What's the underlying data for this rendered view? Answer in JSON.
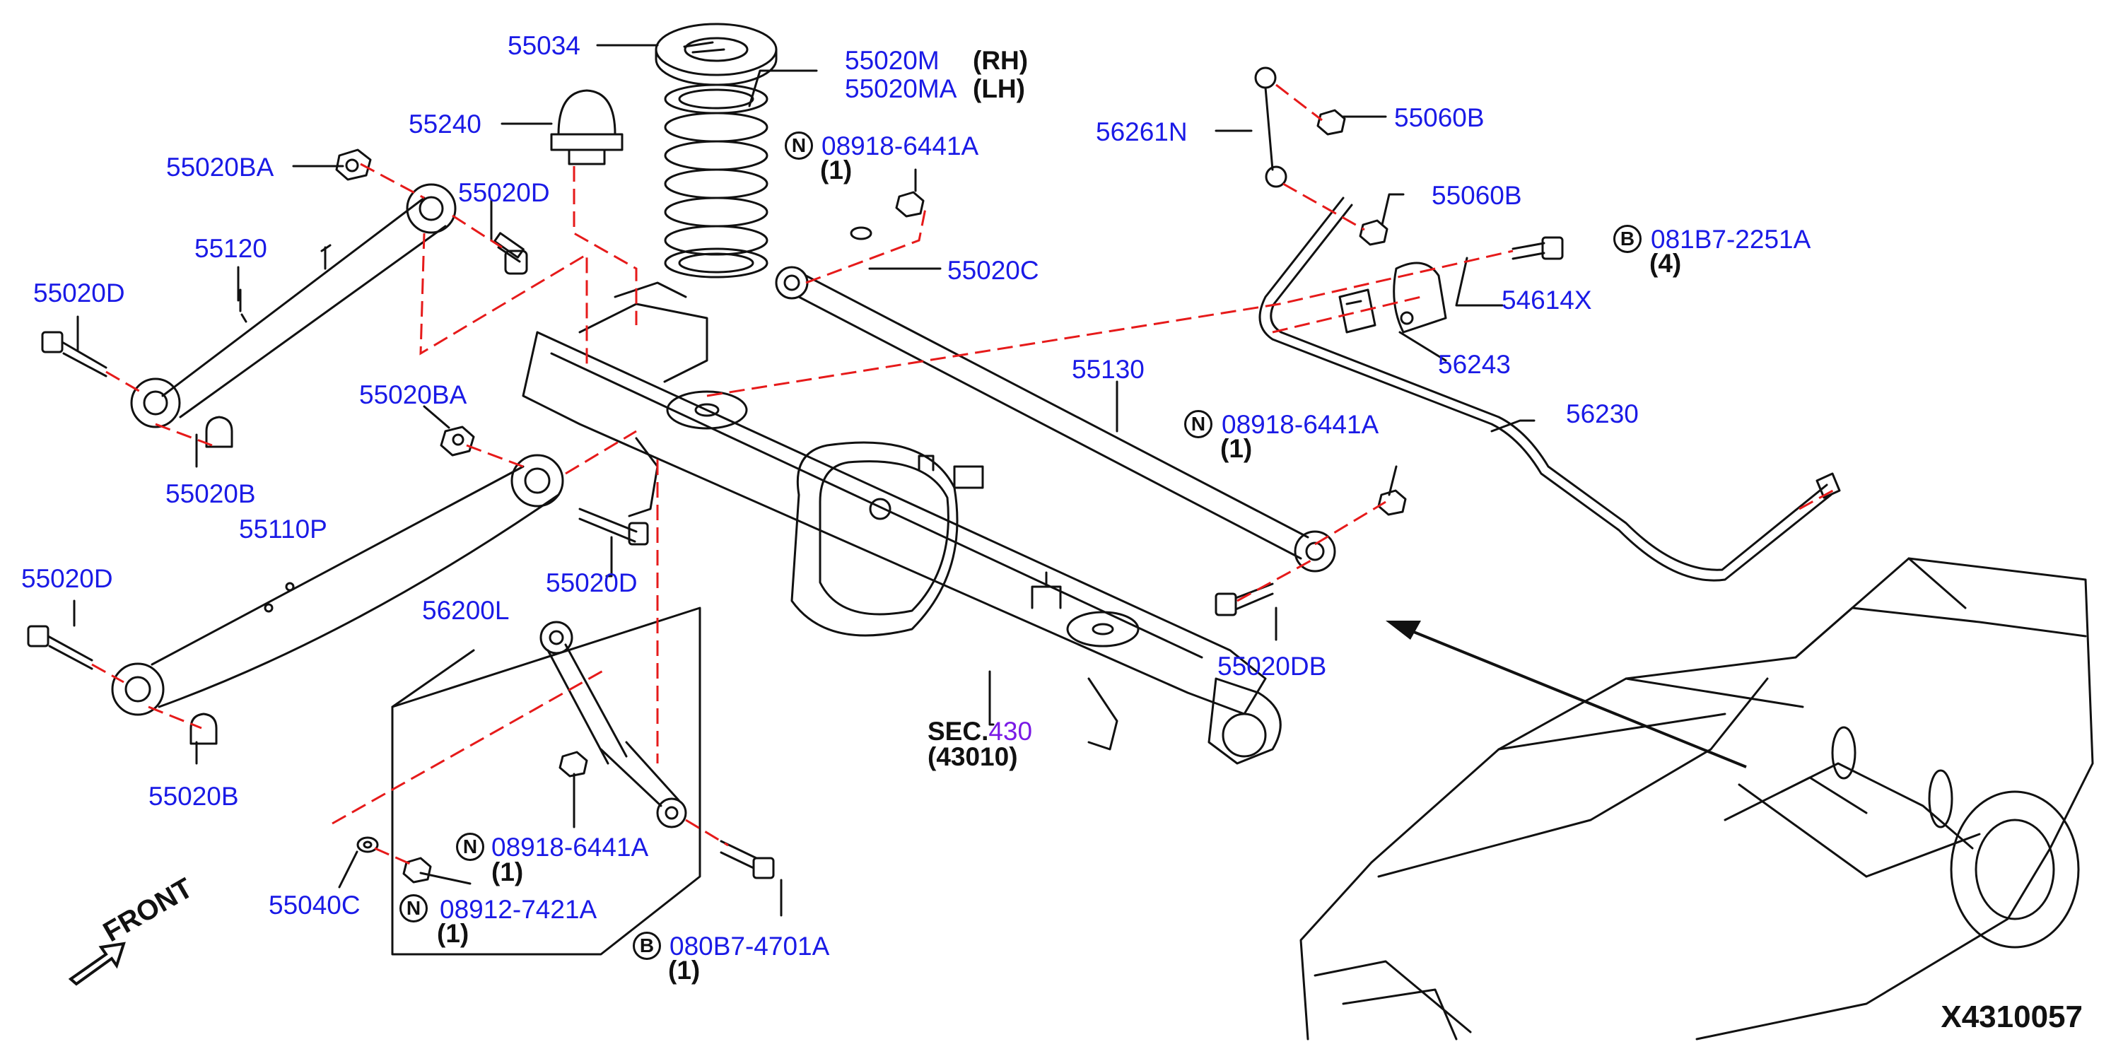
{
  "diagram_code": "X4310057",
  "front_label": "FRONT",
  "section_ref": {
    "prefix": "SEC.",
    "number": "430",
    "sub": "(43010)"
  },
  "labels": {
    "p55034": "55034",
    "p55020M": "55020M",
    "p55020MA": "55020MA",
    "rh": "(RH)",
    "lh": "(LH)",
    "p55240": "55240",
    "p55020BA_top": "55020BA",
    "p55020D_top": "55020D",
    "p55120": "55120",
    "p55020D_left": "55020D",
    "p55020B_top": "55020B",
    "p55020BA_mid": "55020BA",
    "p55110P": "55110P",
    "p55020D_left2": "55020D",
    "p55020D_mid": "55020D",
    "p55020B_bottom": "55020B",
    "p56200L": "56200L",
    "p55040C": "55040C",
    "p08918_shock": "08918-6441A",
    "p08912": "08912-7421A",
    "p080B7": "080B7-4701A",
    "p08918_top": "08918-6441A",
    "p55020C": "55020C",
    "p55130": "55130",
    "p08918_right": "08918-6441A",
    "p55020DB": "55020DB",
    "p56261N": "56261N",
    "p55060B_a": "55060B",
    "p55060B_b": "55060B",
    "p081B7": "081B7-2251A",
    "p54614X": "54614X",
    "p56243": "56243",
    "p56230": "56230"
  },
  "quantities": {
    "q08918_top": "(1)",
    "q08918_right": "(1)",
    "q08918_shock": "(1)",
    "q08912": "(1)",
    "q080B7": "(1)",
    "q081B7": "(4)"
  },
  "badges": {
    "n": "N",
    "b": "B"
  },
  "colors": {
    "label": "#1a1ae6",
    "line": "#111111",
    "dash": "#e61a1a",
    "section": "#7a1ae6"
  }
}
